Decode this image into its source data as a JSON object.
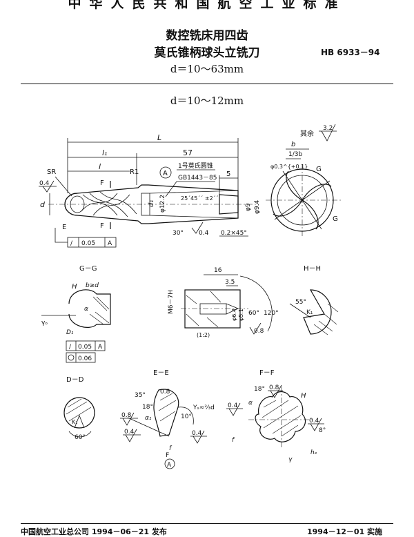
{
  "header": {
    "org_line": "中华人民共和国航空工业标准",
    "title_line1": "数控铣床用四齿",
    "title_line2": "莫氏锥柄球头立铣刀",
    "range": "d＝10～63mm",
    "std_no": "HB 6933－94"
  },
  "section": {
    "subrange": "d＝10～12mm"
  },
  "main_view": {
    "roughness_rest_label": "其余",
    "roughness_rest": "3.2",
    "dims": {
      "L": "L",
      "l1": "l₁",
      "l": "l",
      "len57": "57",
      "len5": "5",
      "SR": "SR",
      "R1": "R1",
      "d": "d",
      "d1": "d₁",
      "d122": "φ12.2",
      "d9": "φ9",
      "d94": "φ9.4",
      "rough_04": "0.4",
      "angle30": "30°",
      "chamfer": "0.2×45°"
    },
    "taper_callout": "1号莫氏圆锥",
    "taper_std": "GB1443－85",
    "taper_angle": "25´45´´ ±2´´",
    "datum_A": "A",
    "runout": "0.05",
    "section_labels": {
      "E": "E",
      "F": "F"
    }
  },
  "end_view": {
    "b": "b",
    "b_third": "1/3b",
    "phi": "φ0.3^{+0.1}",
    "G": "G"
  },
  "section_gg": {
    "label": "G－G",
    "H": "H",
    "bd": "b≥d",
    "gamma_o": "γₒ",
    "alpha": "α",
    "D1": "D₁",
    "tolerance_runout": "0.05",
    "tolerance_datum": "A",
    "tolerance_round": "0.06"
  },
  "detail_thread": {
    "label": "M6－7H",
    "len16": "16",
    "len35": "3.5",
    "ang60": "60°",
    "ang120": "120°",
    "d64": "φ6.4",
    "d51": "φ5.1",
    "rough08": "0.8",
    "scale": "(1:2)"
  },
  "section_hh": {
    "label": "H－H",
    "ang": "55°",
    "k": "K₁"
  },
  "section_dd": {
    "label": "D－D",
    "k": "K₁",
    "ang": "60°"
  },
  "section_ee": {
    "label": "E－E",
    "ang35": "35°",
    "ang18": "18°",
    "r08a": "0.8",
    "r08b": "0.8",
    "r04a": "0.4",
    "r04b": "0.4",
    "alpha1": "α₁",
    "ang10": "10°",
    "ys": "Yₛ≈⅔d",
    "f": "f",
    "F": "F",
    "datum": "A"
  },
  "section_ff": {
    "label": "F－F",
    "ang18": "18°",
    "r08": "0.8",
    "r04a": "0.4",
    "r04b": "0.4",
    "alpha": "α",
    "ang8": "8°",
    "H": "H",
    "gamma": "γ",
    "he": "hₑ",
    "f": "f"
  },
  "footer": {
    "left": "中国航空工业总公司 1994－06－21 发布",
    "right": "1994－12－01 实施"
  }
}
